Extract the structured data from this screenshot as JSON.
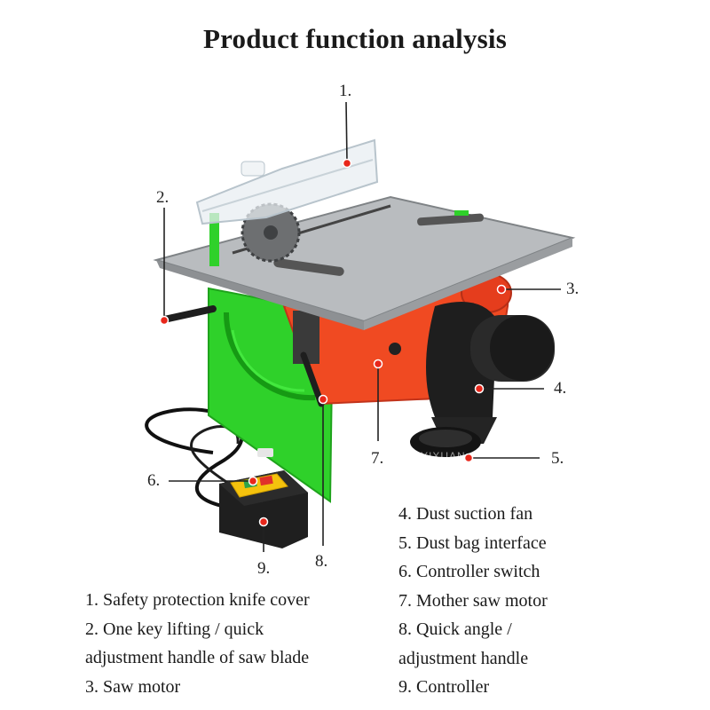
{
  "title": "Product function analysis",
  "watermark": "ROYIXUAN",
  "colors": {
    "marker": "#e8271b",
    "body_green": "#2fd12a",
    "motor_red": "#f04a22",
    "table_steel": "#b9bcbf"
  },
  "callouts": {
    "c1": "1.",
    "c2": "2.",
    "c3": "3.",
    "c4": "4.",
    "c5": "5.",
    "c6": "6.",
    "c7": "7.",
    "c8": "8.",
    "c9": "9."
  },
  "legend": {
    "left": [
      "1. Safety protection knife cover",
      "2. One key lifting / quick",
      "adjustment handle of saw blade",
      "3. Saw motor"
    ],
    "right": [
      "4. Dust suction fan",
      "5. Dust bag interface",
      "6. Controller switch",
      "7. Mother saw motor",
      "8. Quick angle /",
      "adjustment handle",
      "9. Controller"
    ]
  }
}
